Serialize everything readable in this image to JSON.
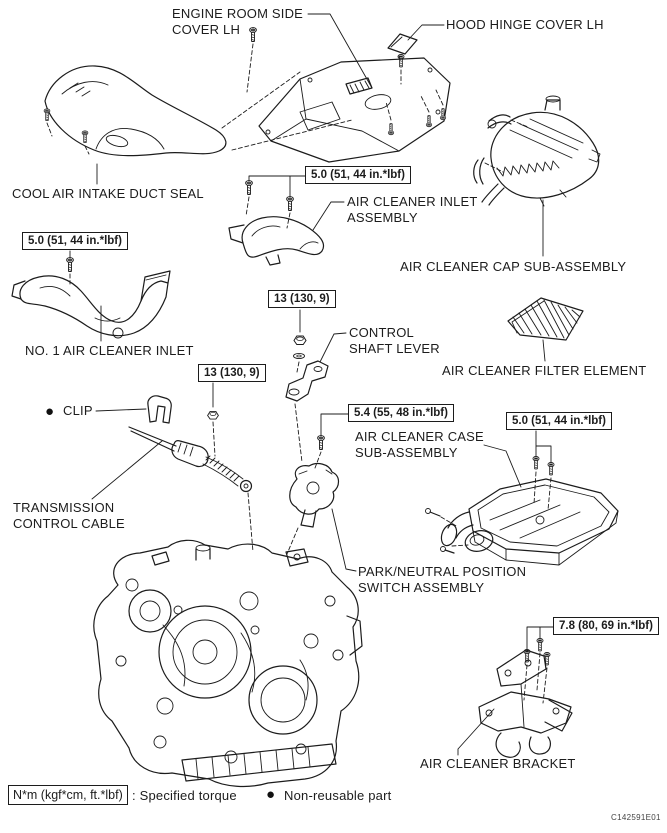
{
  "figure": {
    "code": "C142591E01"
  },
  "torques": {
    "nm5_0": "5.0 (51, 44 in.*lbf)",
    "nm13": "13 (130, 9)",
    "nm5_4": "5.4 (55, 48 in.*lbf)",
    "nm7_8": "7.8 (80, 69 in.*lbf)"
  },
  "labels": {
    "engine_room_side_cover_l1": "ENGINE ROOM SIDE",
    "engine_room_side_cover_l2": "COVER LH",
    "hood_hinge_cover": "HOOD HINGE COVER LH",
    "cool_air_intake_duct_seal": "COOL AIR INTAKE DUCT SEAL",
    "air_cleaner_inlet_l1": "AIR CLEANER INLET",
    "air_cleaner_inlet_l2": "ASSEMBLY",
    "air_cleaner_cap": "AIR CLEANER CAP SUB-ASSEMBLY",
    "no1_air_cleaner_inlet": "NO. 1 AIR CLEANER INLET",
    "control_shaft_lever_l1": "CONTROL",
    "control_shaft_lever_l2": "SHAFT LEVER",
    "air_cleaner_filter_element": "AIR CLEANER FILTER ELEMENT",
    "clip": "CLIP",
    "air_cleaner_case_l1": "AIR CLEANER CASE",
    "air_cleaner_case_l2": "SUB-ASSEMBLY",
    "transmission_cable_l1": "TRANSMISSION",
    "transmission_cable_l2": "CONTROL CABLE",
    "park_neutral_l1": "PARK/NEUTRAL POSITION",
    "park_neutral_l2": "SWITCH ASSEMBLY",
    "air_cleaner_bracket": "AIR CLEANER BRACKET"
  },
  "legend": {
    "torque_unit": "N*m (kgf*cm, ft.*lbf)",
    "specified_torque": ": Specified torque",
    "non_reusable": "Non-reusable part"
  },
  "icons": {
    "bullet": "●"
  },
  "colors": {
    "line": "#1c1c1c",
    "background": "#ffffff"
  }
}
